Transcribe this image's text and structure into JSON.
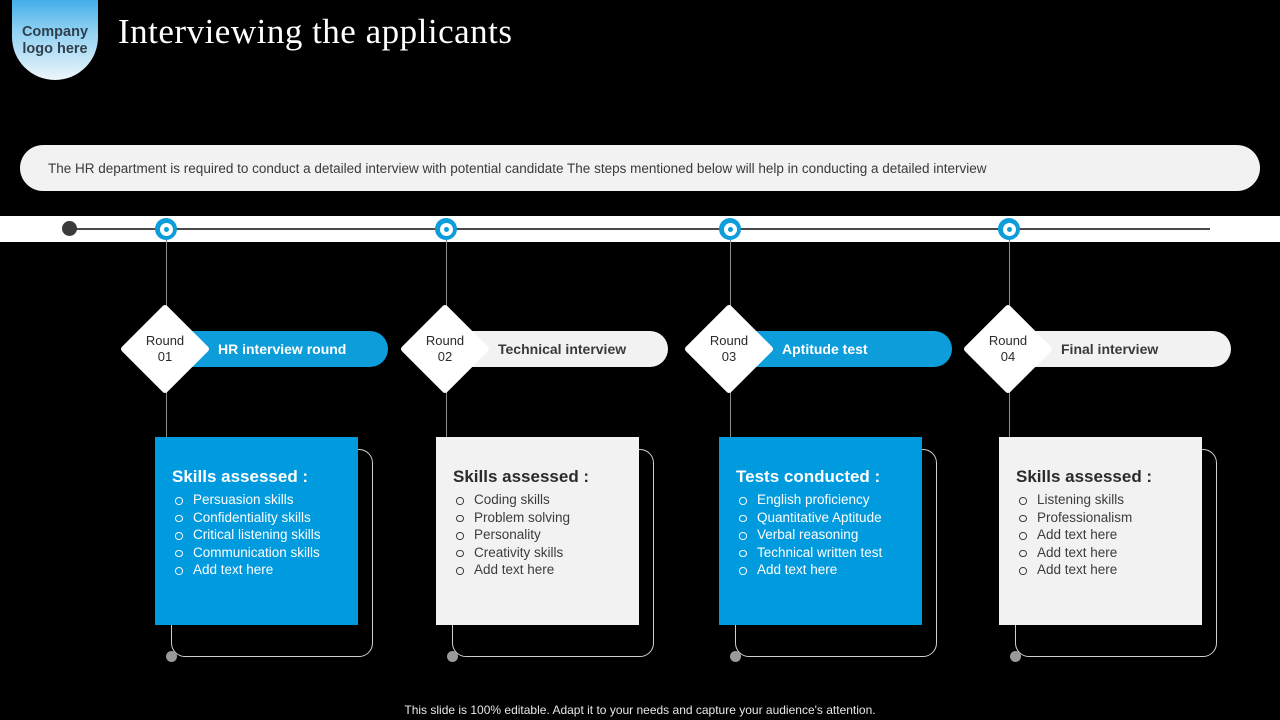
{
  "logo": {
    "line1": "Company",
    "line2": "logo here"
  },
  "header": {
    "title": "Interviewing the applicants"
  },
  "description": {
    "text": "The HR department  is required   to conduct a detailed interview with  potential candidate The steps mentioned  below will help in conducting  a detailed interview"
  },
  "colors": {
    "accent_blue": "#009ADE",
    "marker_blue": "#0D9DDB",
    "light_panel": "#F2F2F2",
    "background": "#000000"
  },
  "timeline": {
    "start_dot": "timeline-start-dot",
    "markers": [
      {
        "name": "timeline-marker-round-01"
      },
      {
        "name": "timeline-marker-round-02"
      },
      {
        "name": "timeline-marker-round-03"
      },
      {
        "name": "timeline-marker-round-04"
      }
    ]
  },
  "rounds": [
    {
      "round_word": "Round",
      "round_number": "01",
      "pill_label": "HR  interview round",
      "pill_style": "blue",
      "card_style": "blue",
      "card_heading": "Skills assessed :",
      "card_items": [
        "Persuasion skills",
        "Confidentiality  skills",
        "Critical listening  skills",
        "Communication skills",
        "Add text here"
      ]
    },
    {
      "round_word": "Round",
      "round_number": "02",
      "pill_label": "Technical interview",
      "pill_style": "light",
      "card_style": "light",
      "card_heading": "Skills assessed :",
      "card_items": [
        "Coding  skills",
        "Problem solving",
        "Personality",
        "Creativity  skills",
        "Add text here"
      ]
    },
    {
      "round_word": "Round",
      "round_number": "03",
      "pill_label": "Aptitude  test",
      "pill_style": "blue",
      "card_style": "blue",
      "card_heading": "Tests conducted :",
      "card_items": [
        "English proficiency",
        "Quantitative Aptitude",
        "Verbal  reasoning",
        "Technical written test",
        "Add text here"
      ]
    },
    {
      "round_word": "Round",
      "round_number": "04",
      "pill_label": "Final interview",
      "pill_style": "light",
      "card_style": "light",
      "card_heading": "Skills assessed :",
      "card_items": [
        "Listening skills",
        "Professionalism",
        "Add text here",
        "Add text here",
        "Add text here"
      ]
    }
  ],
  "footer": {
    "text": "This slide is 100% editable. Adapt it to your needs and capture your audience's attention."
  }
}
